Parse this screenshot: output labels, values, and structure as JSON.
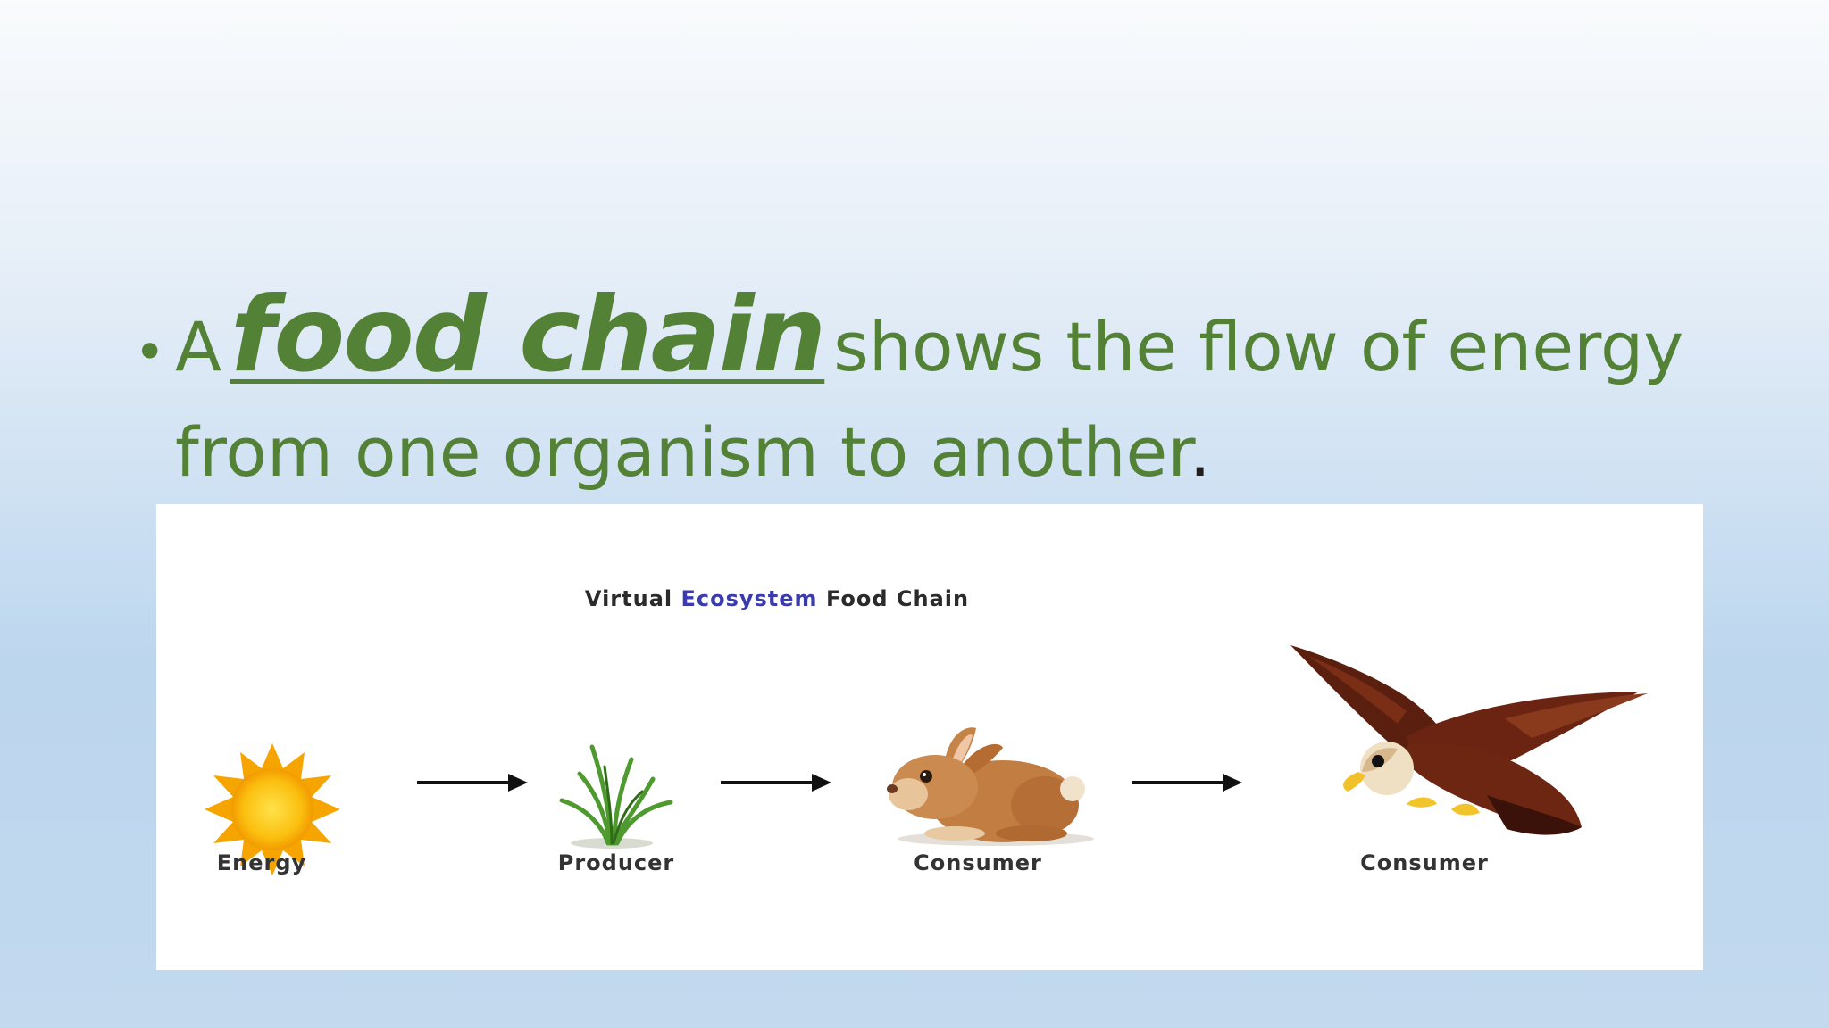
{
  "text": {
    "bullet": "•",
    "line1_prefix": "A",
    "term": "food chain",
    "line1_suffix": "shows the flow of energy",
    "line2": "from one organism to another",
    "line2_end": "."
  },
  "diagram": {
    "title_part1": "Virtual",
    "title_highlight": "Ecosystem",
    "title_part2": "Food Chain",
    "stages": [
      {
        "label": "Energy",
        "icon": "sun-icon"
      },
      {
        "label": "Producer",
        "icon": "grass-icon"
      },
      {
        "label": "Consumer",
        "icon": "rabbit-icon"
      },
      {
        "label": "Consumer",
        "icon": "eagle-icon"
      }
    ]
  },
  "colors": {
    "text_green": "#538135",
    "title_highlight": "#3b3bb0",
    "sun": "#f5a800",
    "grass": "#4e9a2e",
    "rabbit": "#c07a3e",
    "eagle": "#6b2412"
  }
}
